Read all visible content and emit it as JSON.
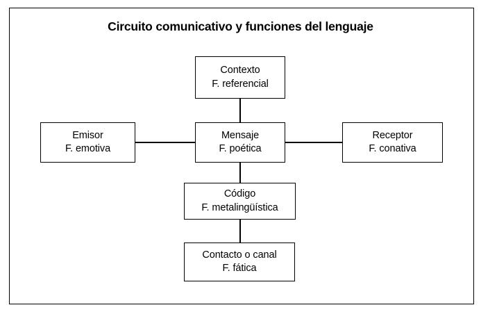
{
  "diagram": {
    "title": "Circuito comunicativo y funciones del lenguaje",
    "frame_color": "#000000",
    "background_color": "#ffffff",
    "text_color": "#000000",
    "nodes": [
      {
        "id": "contexto",
        "element": "Contexto",
        "function": "F. referencial",
        "position": "top"
      },
      {
        "id": "emisor",
        "element": "Emisor",
        "function": "F. emotiva",
        "position": "left"
      },
      {
        "id": "mensaje",
        "element": "Mensaje",
        "function": "F. poética",
        "position": "center"
      },
      {
        "id": "receptor",
        "element": "Receptor",
        "function": "F. conativa",
        "position": "right"
      },
      {
        "id": "codigo",
        "element": "Código",
        "function": "F. metalingüística",
        "position": "below-center"
      },
      {
        "id": "contacto",
        "element": "Contacto o canal",
        "function": "F. fática",
        "position": "bottom"
      }
    ],
    "connectors": [
      {
        "from": "contexto",
        "to": "mensaje",
        "orientation": "vertical"
      },
      {
        "from": "emisor",
        "to": "mensaje",
        "orientation": "horizontal"
      },
      {
        "from": "mensaje",
        "to": "receptor",
        "orientation": "horizontal"
      },
      {
        "from": "mensaje",
        "to": "codigo",
        "orientation": "vertical"
      },
      {
        "from": "codigo",
        "to": "contacto",
        "orientation": "vertical"
      }
    ]
  }
}
